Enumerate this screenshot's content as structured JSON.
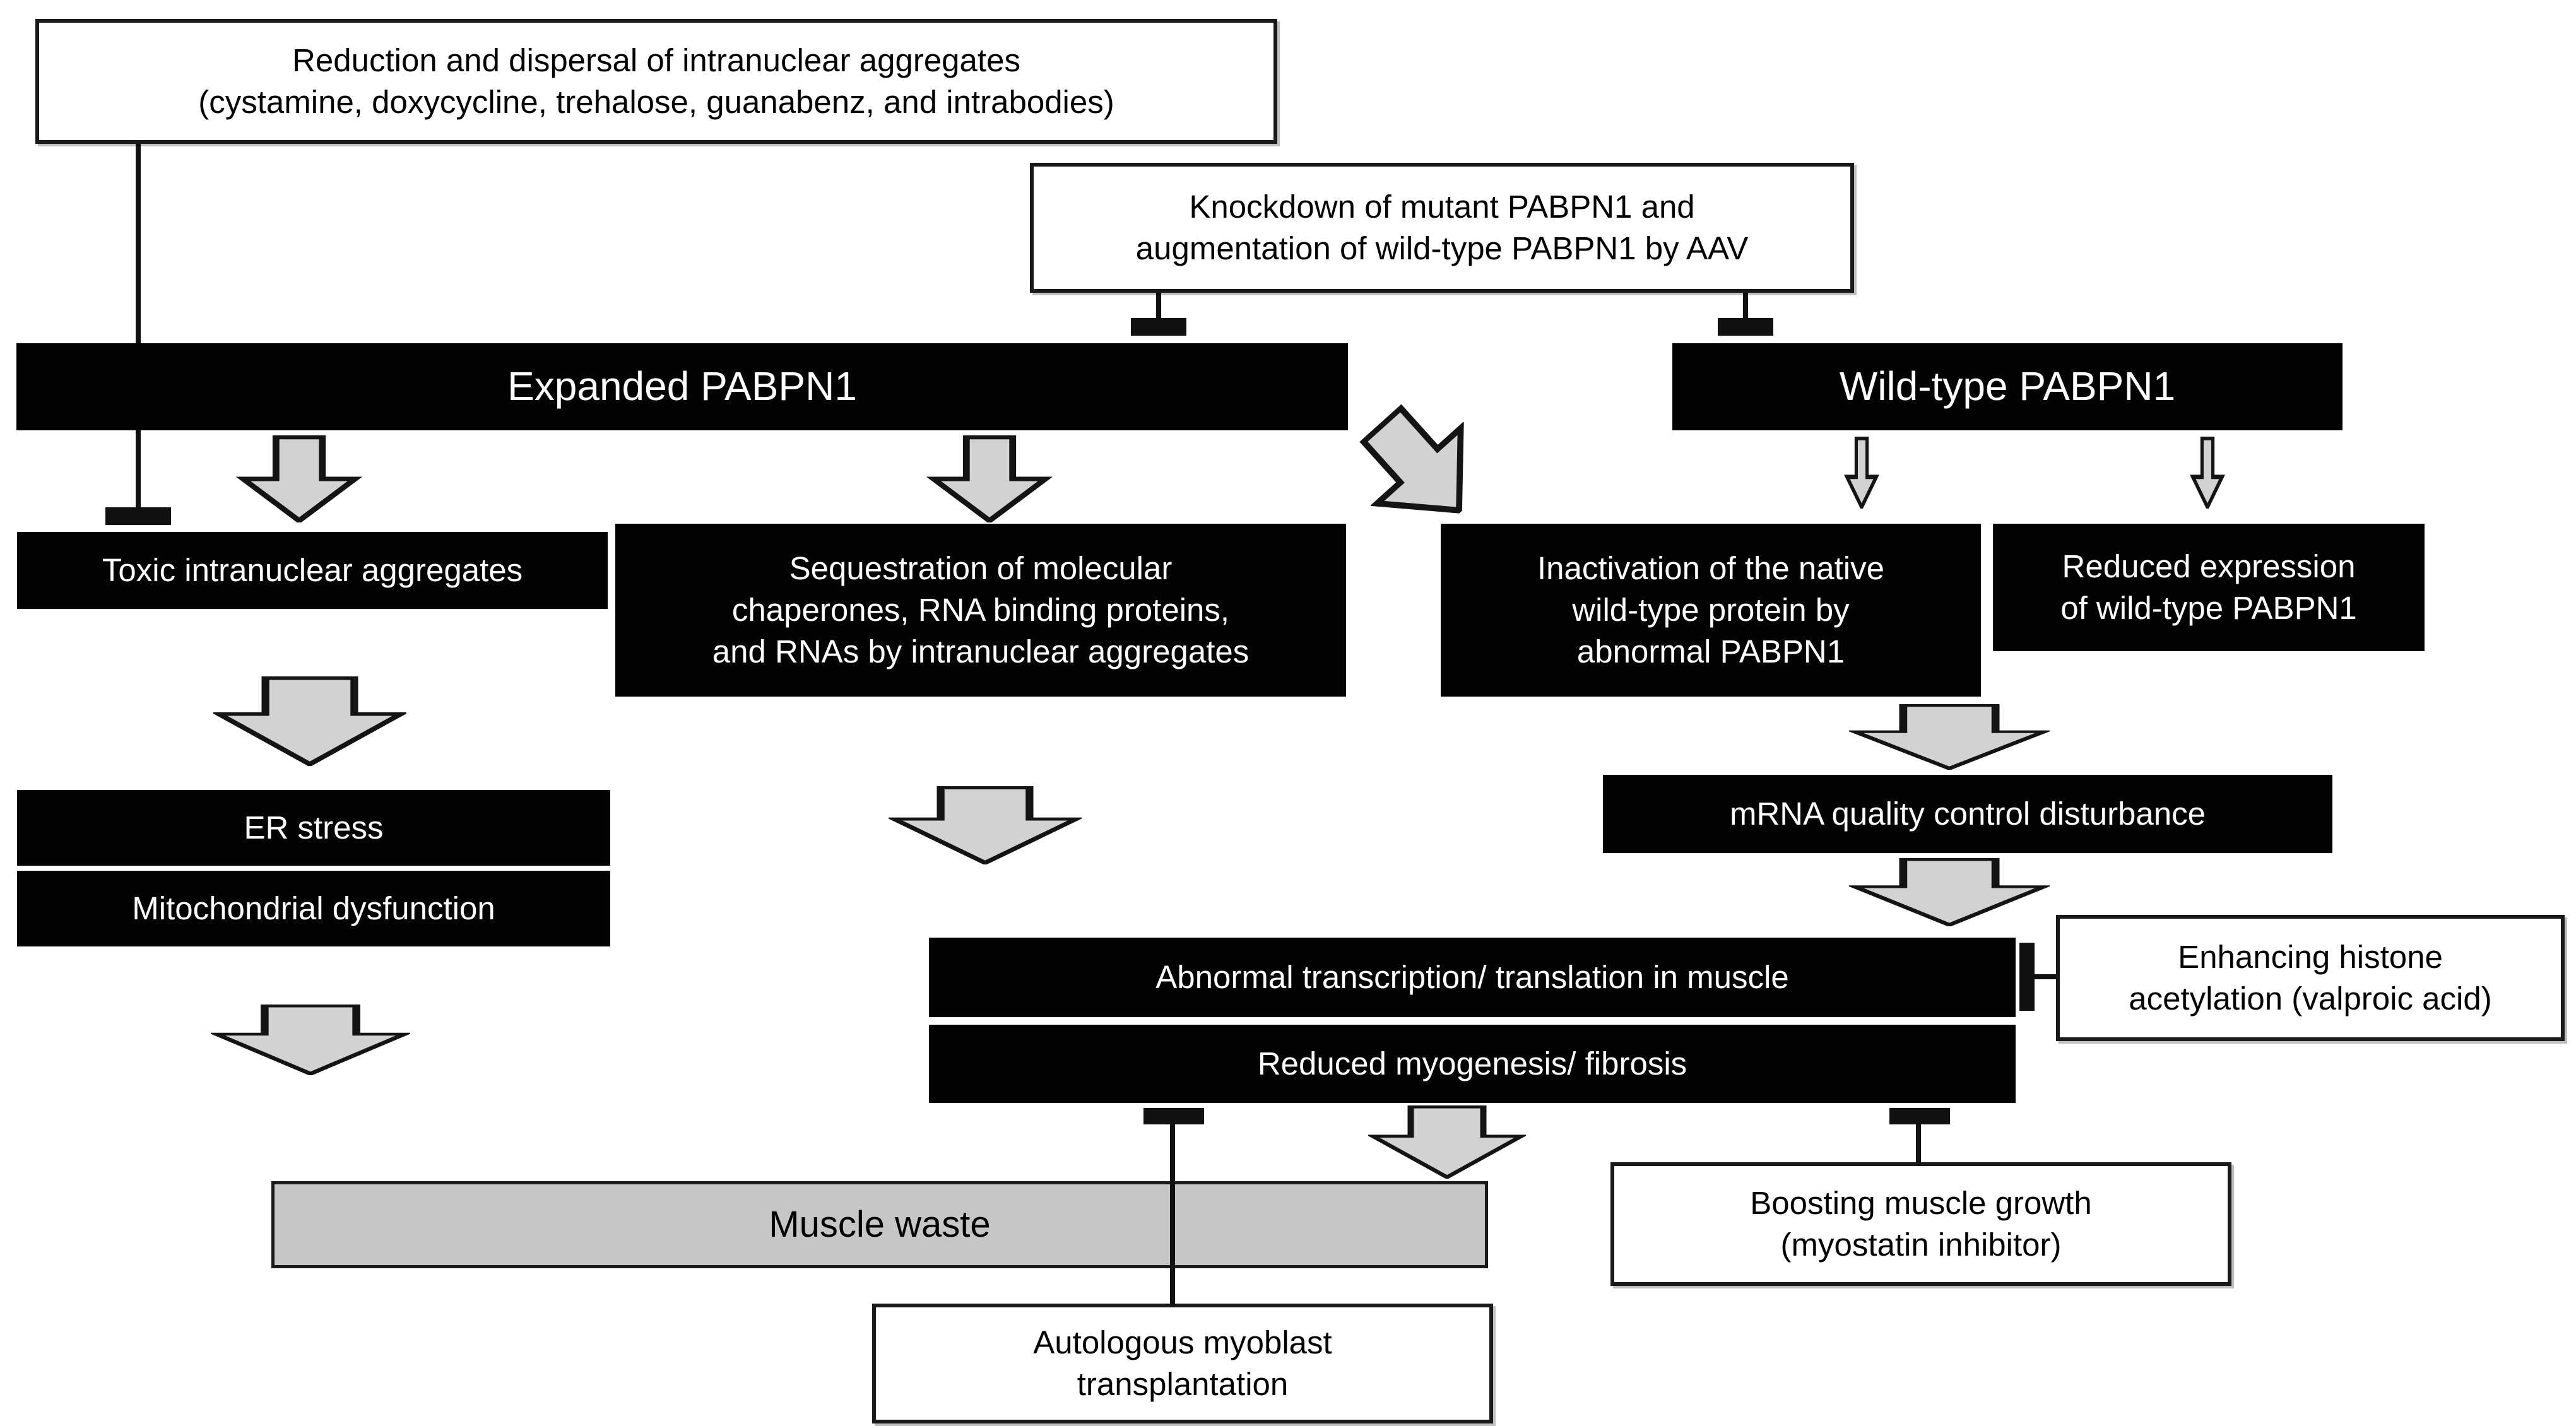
{
  "figure_type": "flow-diagram",
  "colors": {
    "background": "#ffffff",
    "black_box_bg": "#030303",
    "black_box_text": "#ffffff",
    "white_box_bg": "#ffffff",
    "box_outline": "#1a1a1a",
    "arrow_fill": "#d2d2d2",
    "arrow_outline": "#141414",
    "muscle_waste_fill": "#c6c6c6"
  },
  "icons": {
    "down_block_arrow": "▼",
    "diagonal_block_arrow": "⬊",
    "inhibition_t_bar": "⊤"
  },
  "nodes": {
    "reduction": {
      "line1": "Reduction and dispersal of intranuclear aggregates",
      "line2": "(cystamine, doxycycline, trehalose, guanabenz, and intrabodies)"
    },
    "knockdown": {
      "line1": "Knockdown of mutant PABPN1 and",
      "line2": "augmentation of wild-type PABPN1 by AAV"
    },
    "expanded": {
      "label": "Expanded PABPN1"
    },
    "wildtype": {
      "label": "Wild-type PABPN1"
    },
    "toxic": {
      "label": "Toxic intranuclear aggregates"
    },
    "sequestration": {
      "line1": "Sequestration of molecular",
      "line2": "chaperones, RNA binding proteins,",
      "line3": "and RNAs by intranuclear aggregates"
    },
    "inactivation": {
      "line1": "Inactivation of the native",
      "line2": "wild-type protein by",
      "line3": "abnormal PABPN1"
    },
    "reduced_expression": {
      "line1": "Reduced expression",
      "line2": "of wild-type PABPN1"
    },
    "er_stress": {
      "label": "ER stress"
    },
    "mitochondrial": {
      "label": "Mitochondrial dysfunction"
    },
    "mrna": {
      "label": "mRNA quality control disturbance"
    },
    "abnormal_transcription": {
      "label": "Abnormal transcription/ translation in muscle"
    },
    "reduced_myogenesis": {
      "label": "Reduced myogenesis/ fibrosis"
    },
    "enhancing_histone": {
      "line1": "Enhancing histone",
      "line2": "acetylation (valproic acid)"
    },
    "muscle_waste": {
      "label": "Muscle waste"
    },
    "autologous": {
      "line1": "Autologous myoblast",
      "line2": "transplantation"
    },
    "boosting": {
      "line1": "Boosting muscle growth",
      "line2": "(myostatin inhibitor)"
    }
  }
}
